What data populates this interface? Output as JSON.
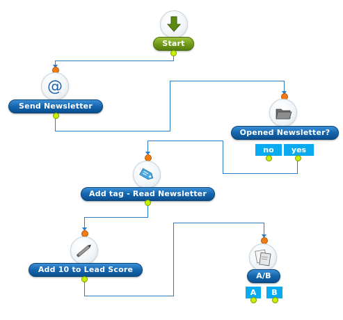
{
  "nodes": {
    "start": {
      "label": "Start",
      "icon": "down-arrow-icon"
    },
    "send_newsletter": {
      "label": "Send Newsletter",
      "icon": "at-sign-icon"
    },
    "opened_newsletter": {
      "label": "Opened Newsletter?",
      "icon": "folder-icon"
    },
    "add_tag": {
      "label": "Add tag - Read Newsletter",
      "icon": "tag-icon"
    },
    "add_score": {
      "label": "Add 10 to Lead Score",
      "icon": "pen-icon"
    },
    "ab": {
      "label": "A/B",
      "icon": "split-test-icon"
    }
  },
  "branches": {
    "no": "no",
    "yes": "yes",
    "a": "A",
    "b": "B"
  },
  "colors": {
    "pill_blue": "#1565ad",
    "pill_green": "#6f9a17",
    "branch": "#0aaaf0",
    "connector": "#2a7cc7",
    "port_in": "#f07c14",
    "port_out": "#c8f000"
  }
}
